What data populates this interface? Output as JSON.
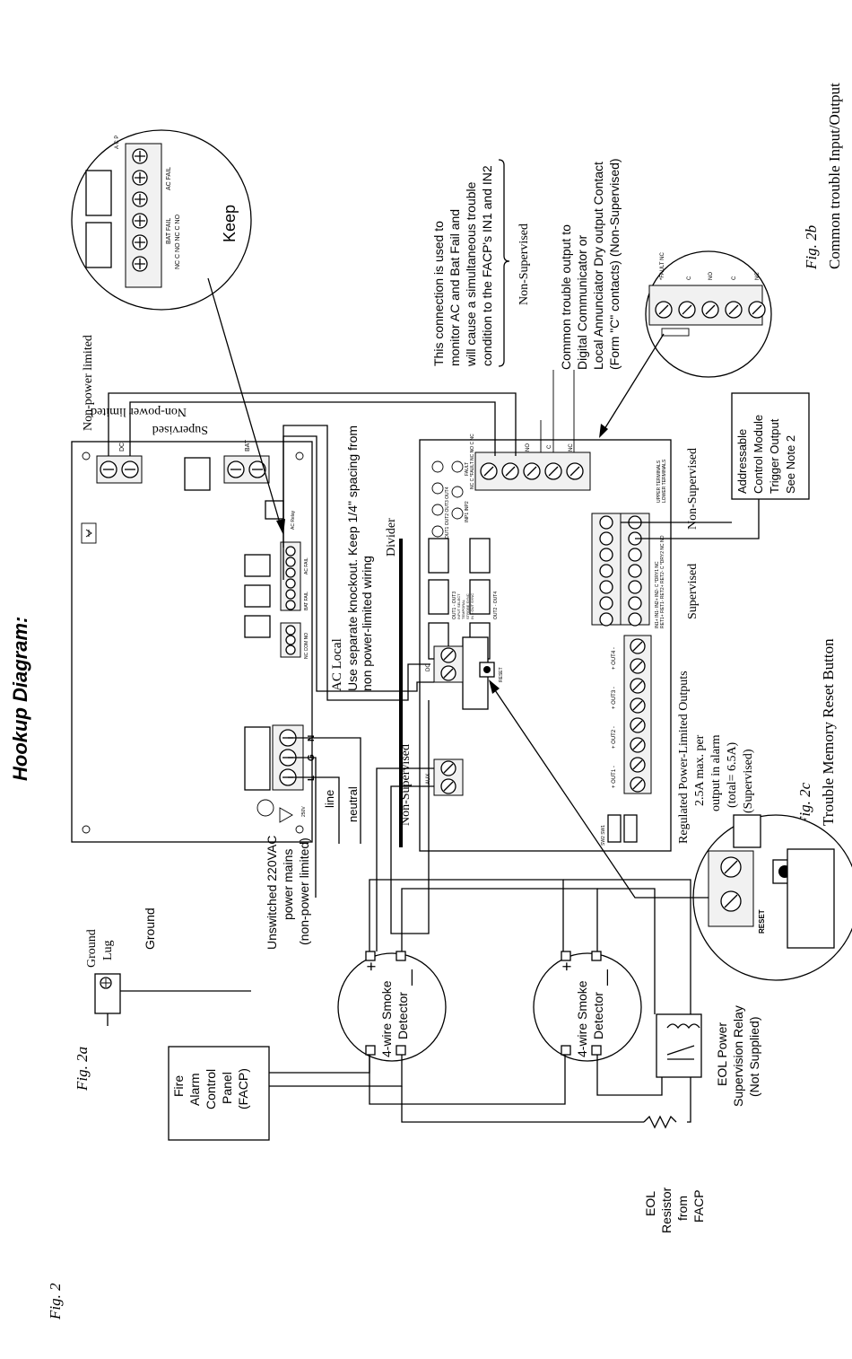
{
  "title": "Hookup Diagram:",
  "figure_labels": {
    "fig2": "Fig. 2",
    "fig2a": "Fig. 2a",
    "fig2b": "Fig. 2b",
    "fig2c": "Fig. 2c"
  },
  "captions": {
    "fig2b": "Common trouble Input/Output",
    "fig2c": "Trouble Memory Reset Button"
  },
  "notes": {
    "non_power_limited_top": "Non-power limited",
    "non_power_limited_rot": "Non-power limited",
    "supervised_top": "Supervised",
    "ac_local": "AC Local",
    "ac_local_note_1": "Use separate knockout. Keep 1/4\" spacing from",
    "ac_local_note_2": "non power-limited wiring",
    "divider": "Divider",
    "mains_1": "Unswitched 220VAC",
    "mains_2": "power mains",
    "mains_3": "(non-power limited)",
    "line": "line",
    "neutral": "neutral",
    "ground_lug_1": "Ground",
    "ground_lug_2": "Lug",
    "ground": "Ground",
    "non_supervised_aux": "Non-Supervised",
    "monitor_1": "This connection is used to",
    "monitor_2": "monitor AC and Bat Fail and",
    "monitor_3": "will cause a simultaneous trouble",
    "monitor_4": "condition to the FACP's IN1 and IN2",
    "non_supervised_brace": "Non-Supervised",
    "common_1": "Common trouble output to",
    "common_2": "Digital Communicator or",
    "common_3": "Local Annunciator Dry output Contact",
    "common_4": "(Form \"C\" contacts) (Non-Supervised)",
    "non_supervised_inputs": "Non-Supervised",
    "supervised_inputs": "Supervised",
    "acm_1": "Addressable",
    "acm_2": "Control Module",
    "acm_3": "Trigger Output",
    "acm_4": "See Note 2",
    "outputs_1": "Regulated Power-Limited Outputs",
    "outputs_2": "2.5A max. per",
    "outputs_3": "output in alarm",
    "outputs_4": "(total= 6.5A)",
    "outputs_5": "(Supervised)",
    "facp_1": "Fire",
    "facp_2": "Alarm",
    "facp_3": "Control",
    "facp_4": "Panel",
    "facp_5": "(FACP)",
    "smoke_1": "4-wire Smoke",
    "smoke_2": "Detector",
    "eol_res_1": "EOL",
    "eol_res_2": "Resistor",
    "eol_res_3": "from",
    "eol_res_4": "FACP",
    "eol_relay_1": "EOL Power",
    "eol_relay_2": "Supervision Relay",
    "eol_relay_3": "(Not Supplied)"
  },
  "board_labels": {
    "dc_top": "DC",
    "bat": "BAT",
    "ac_relay": "AC Relay",
    "nc_com_no": "NC COM NO",
    "bat_fail": "BAT FAIL",
    "ac_fail": "AC FAIL",
    "n": "N",
    "g": "G",
    "l": "L",
    "fuse_rating": "250V",
    "dc_bottom": "DC",
    "aux": "AUX",
    "reset": "RESET",
    "out1": "+ OUT1 -",
    "out2": "+ OUT2 -",
    "out3": "+ OUT3 -",
    "out4": "+ OUT4 -",
    "sw": "SW2 SW1",
    "out13_sel": "OUT1 - OUT3",
    "out24_sel": "OUT2 - OUT4",
    "sel_1": "INPUT SELECT",
    "sel_2": "TEMPORAL",
    "sel_3": "STROBE SYNC",
    "sel_4": "IN = OUT SYNC",
    "fault_row": "NC C *FAULT NC NO C NC",
    "fault_row_c": "C",
    "fault_row_no": "NO",
    "fault_row_nc": "NC",
    "inp": "INP1 INP2",
    "fault": "FAULT",
    "leds": "OUT1 OUT2 OUT3 OUT4",
    "upper_terms": "UPPER TERMINALS",
    "lower_terms": "LOWER TERMINALS",
    "in_row_upper": "IN1+ IN1- IN2+ IN2- C *DRY1 NC",
    "in_row_lower": "RET1+ RET1- RET2+ RET2- C *DRY2 NC NO",
    "zoom_top_a": "BAT FAIL",
    "zoom_top_b": "AC FAIL",
    "zoom_top_c": "NC C NO NC C NO",
    "zoom_top_d": "Keep",
    "zoom_top_e": "A C P",
    "zoom_mid_a": "*FAULT NC",
    "zoom_mid_b": "NO",
    "zoom_mid_c": "C",
    "zoom_mid_d": "NC",
    "zoom_mid_e": "C",
    "zoom_bot_reset": "RESET"
  }
}
